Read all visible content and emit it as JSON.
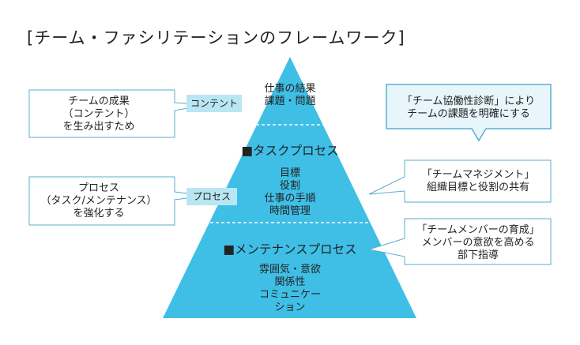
{
  "title": "[チーム・ファシリテーションのフレームワーク]",
  "pyramid": {
    "top": {
      "lines": [
        "仕事の結果",
        "課題・問題"
      ]
    },
    "task": {
      "heading": "■タスクプロセス",
      "lines": [
        "目標",
        "役割",
        "仕事の手順",
        "時間管理"
      ]
    },
    "maintenance": {
      "heading": "■メンテナンスプロセス",
      "lines": [
        "雰囲気・意欲",
        "関係性",
        "コミュニケー",
        "ション"
      ]
    }
  },
  "left_boxes": [
    {
      "lines": [
        "チームの成果",
        "（コンテント）",
        "を生み出すため"
      ],
      "tag": "コンテント"
    },
    {
      "lines": [
        "プロセス",
        "（タスク/メンテナンス）",
        "を強化する"
      ],
      "tag": "プロセス"
    }
  ],
  "right_boxes": [
    {
      "lines": [
        "「チーム協働性診断」により",
        "チームの課題を明確にする"
      ]
    },
    {
      "lines": [
        "「チームマネジメント」",
        "組織目標と役割の共有"
      ]
    },
    {
      "lines": [
        "「チームメンバーの育成」",
        "メンバーの意欲を高める",
        "部下指導"
      ]
    }
  ],
  "colors": {
    "pyramid": "#3fbfe6",
    "tag": "#b9e6f3",
    "callout_border": "#5aaed0",
    "callout_highlight_fill": "#e8f6fb",
    "divider": "#ffffff"
  }
}
